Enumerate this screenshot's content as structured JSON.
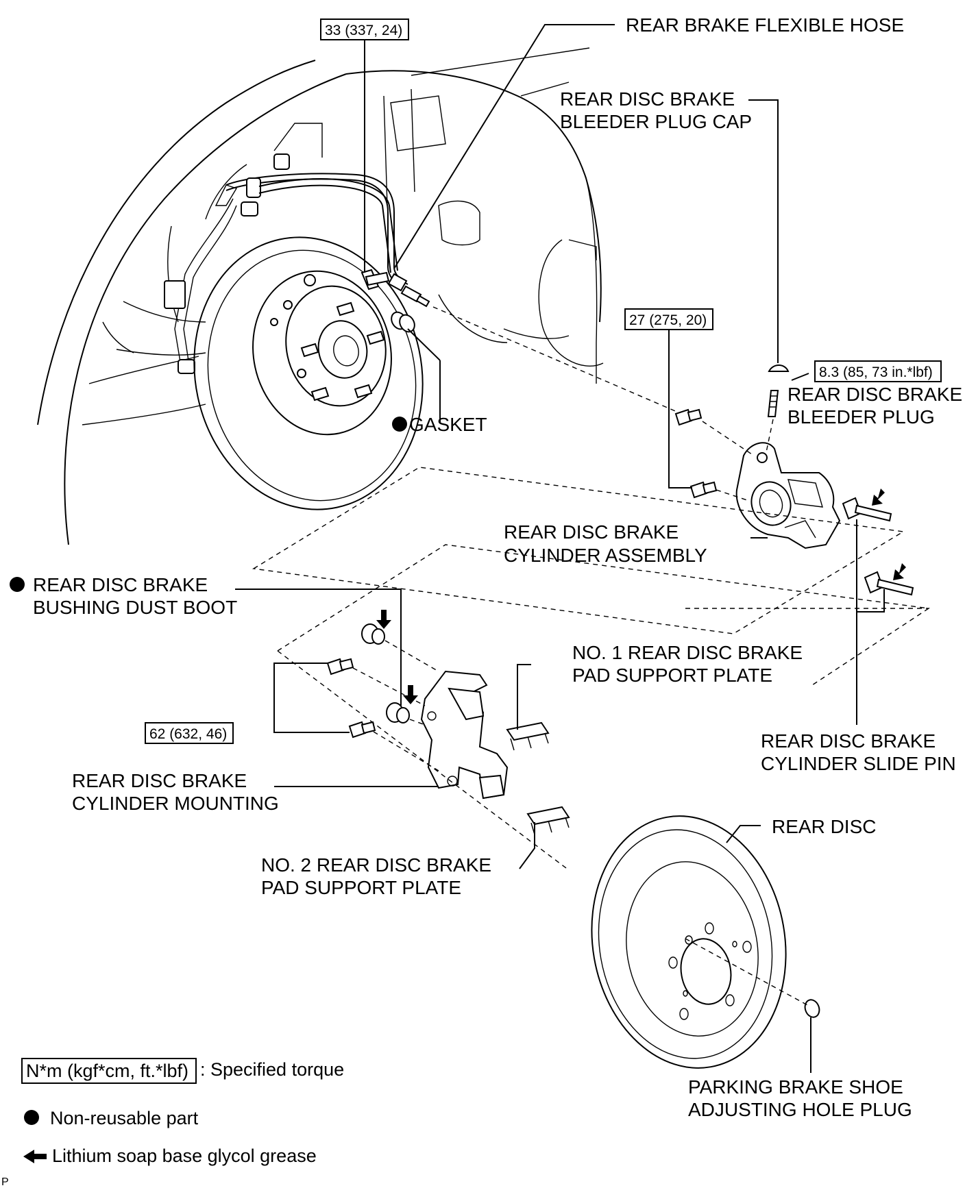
{
  "labels": {
    "flexible_hose": "REAR BRAKE FLEXIBLE HOSE",
    "bleeder_cap_1": "REAR DISC BRAKE",
    "bleeder_cap_2": "BLEEDER PLUG CAP",
    "bleeder_plug_1": "REAR DISC BRAKE",
    "bleeder_plug_2": "BLEEDER PLUG",
    "gasket": "GASKET",
    "cylinder_assembly_1": "REAR DISC BRAKE",
    "cylinder_assembly_2": "CYLINDER ASSEMBLY",
    "dust_boot_1": "REAR DISC BRAKE",
    "dust_boot_2": "BUSHING DUST BOOT",
    "pad_support_1_1": "NO. 1 REAR DISC BRAKE",
    "pad_support_1_2": "PAD SUPPORT PLATE",
    "slide_pin_1": "REAR DISC BRAKE",
    "slide_pin_2": "CYLINDER SLIDE PIN",
    "mounting_1": "REAR DISC BRAKE",
    "mounting_2": "CYLINDER MOUNTING",
    "pad_support_2_1": "NO. 2 REAR DISC BRAKE",
    "pad_support_2_2": "PAD SUPPORT PLATE",
    "rear_disc": "REAR DISC",
    "adjusting_plug_1": "PARKING BRAKE SHOE",
    "adjusting_plug_2": "ADJUSTING HOLE PLUG"
  },
  "torques": {
    "hose_bolt": "33 (337, 24)",
    "cylinder_bolt": "27 (275, 20)",
    "bleeder_plug": "8.3 (85, 73 in.*lbf)",
    "mounting_bolt": "62 (632, 46)"
  },
  "legend": {
    "torque_box": "N*m (kgf*cm, ft.*lbf)",
    "torque_text": ": Specified torque",
    "nonreusable_text": "Non-reusable part",
    "grease_text": "Lithium soap base glycol grease"
  },
  "corner_mark": "P",
  "colors": {
    "ink": "#000000",
    "background": "#ffffff"
  },
  "icons": {
    "non_reusable": "filled-circle-icon",
    "grease": "left-arrow-icon",
    "grease_point": "down-arrow-icon"
  }
}
